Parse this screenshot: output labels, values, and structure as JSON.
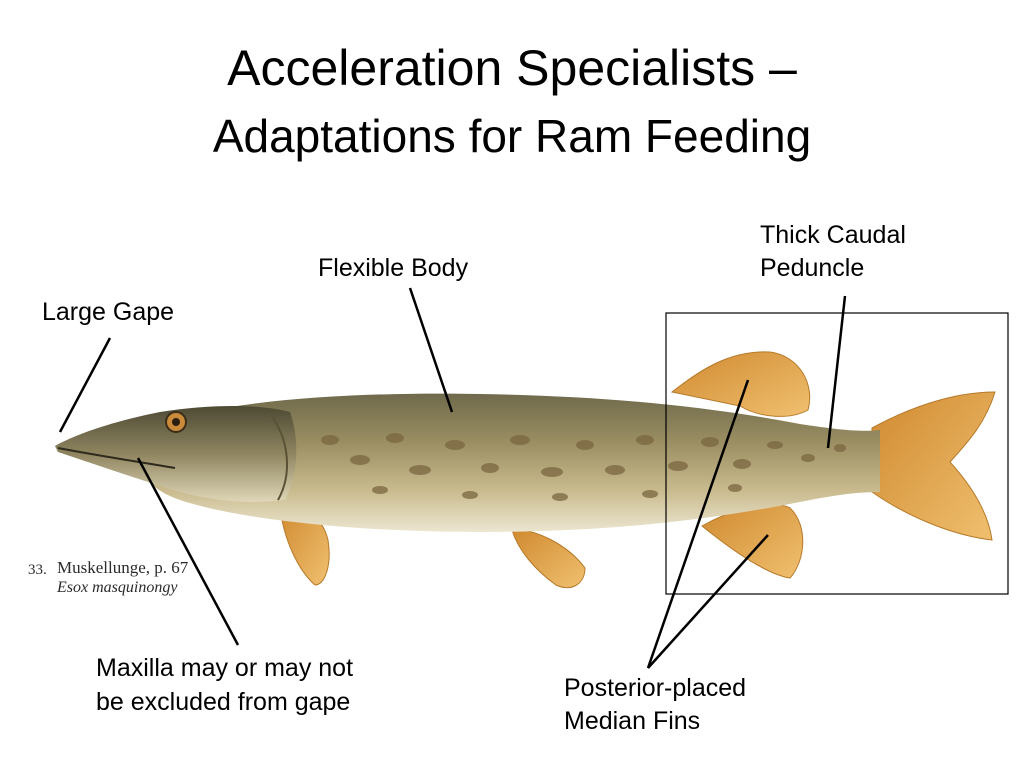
{
  "slide": {
    "title_line1": "Acceleration Specialists –",
    "title_line2": "Adaptations for Ram Feeding"
  },
  "labels": {
    "large_gape": "Large Gape",
    "flexible_body": "Flexible Body",
    "thick_caudal_line1": "Thick Caudal",
    "thick_caudal_line2": "Peduncle",
    "maxilla_line1": "Maxilla may or may not",
    "maxilla_line2": "be excluded from gape",
    "median_fins_line1": "Posterior-placed",
    "median_fins_line2": "Median Fins"
  },
  "caption": {
    "number": "33.",
    "common_name": "Muskellunge, p. 67",
    "scientific_name": "Esox masquinongy"
  },
  "colors": {
    "fin": "#e2a64a",
    "back": "#8a8060",
    "belly": "#e9e3cc",
    "spots": "#7a6640"
  }
}
